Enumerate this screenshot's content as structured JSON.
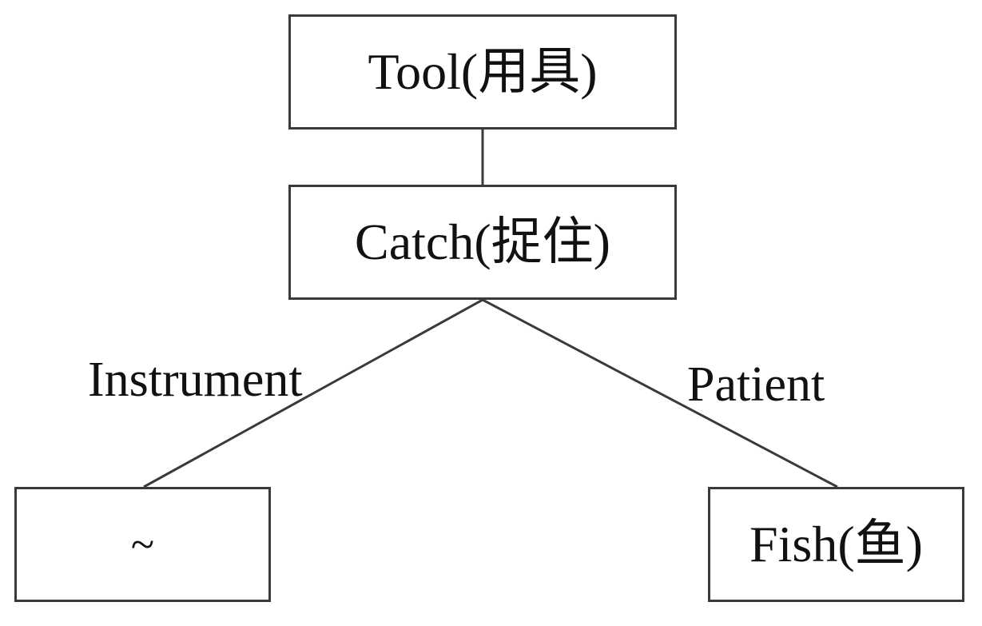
{
  "nodes": {
    "tool": "Tool(用具)",
    "catch": "Catch(捉住)",
    "tilde": "~",
    "fish": "Fish(鱼)"
  },
  "edges": {
    "instrument": "Instrument",
    "patient": "Patient"
  },
  "colors": {
    "line": "#3a3a3a",
    "text": "#111111",
    "background": "#ffffff"
  }
}
